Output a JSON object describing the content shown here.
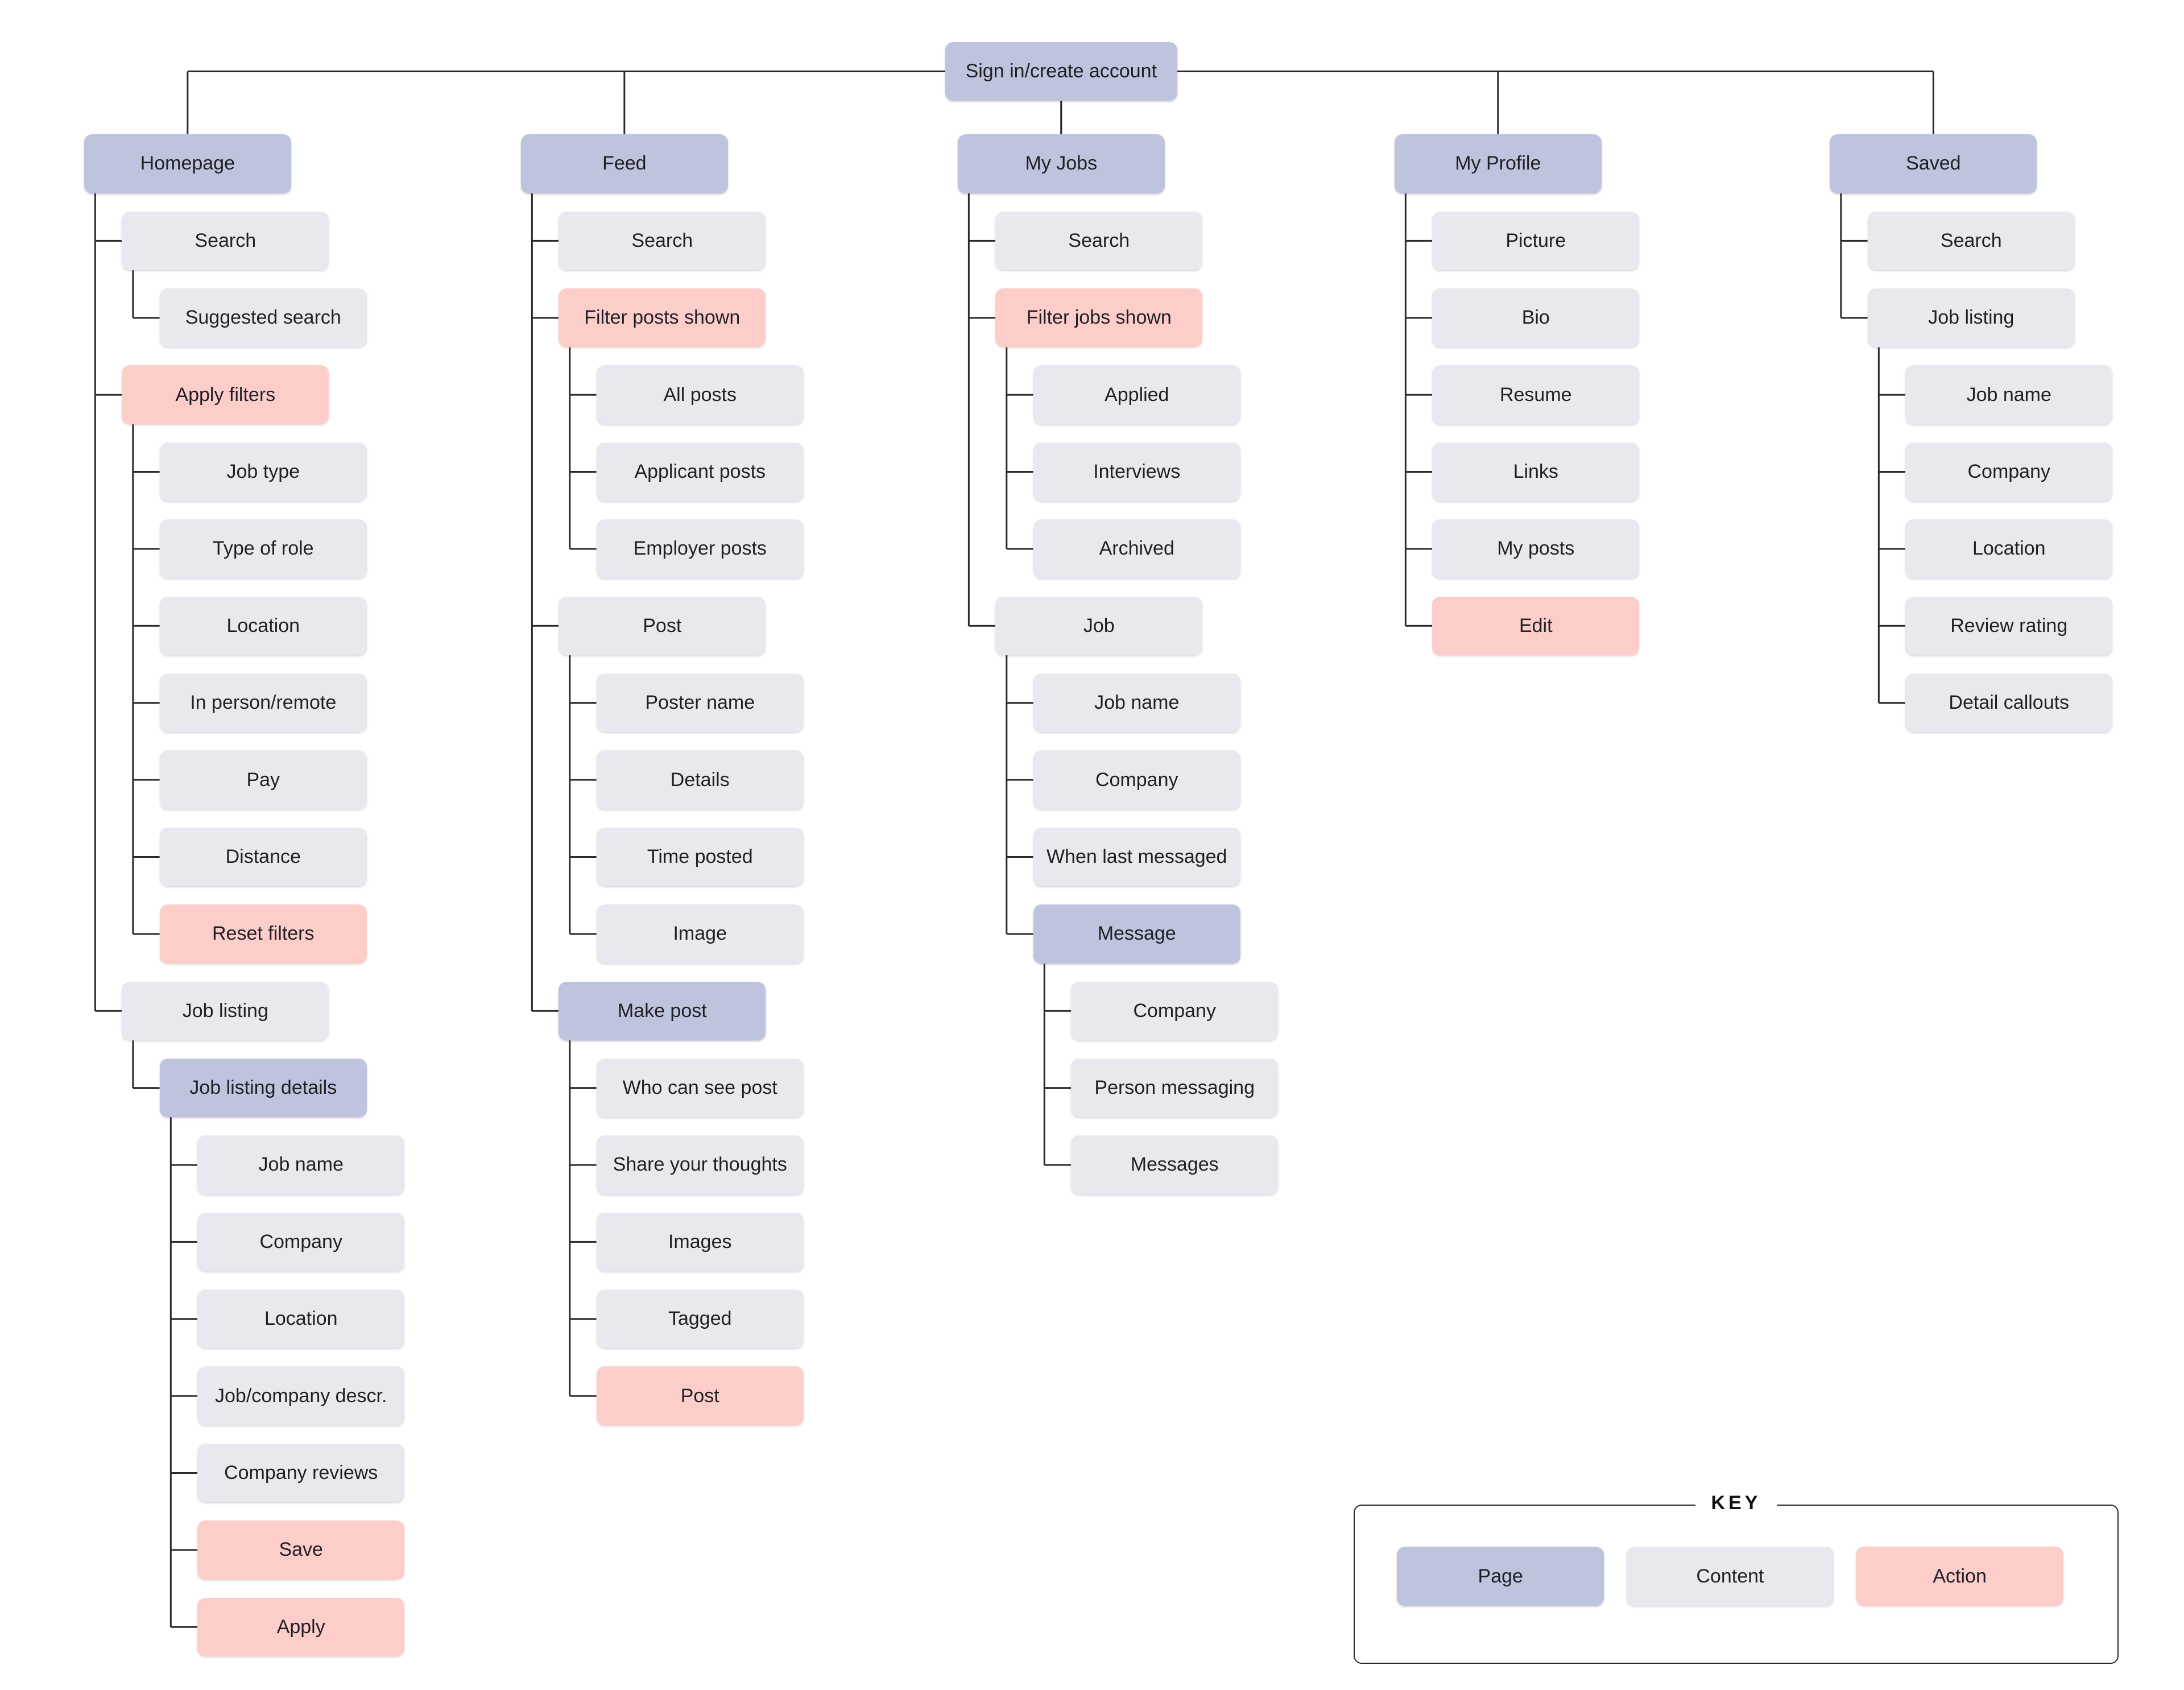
{
  "colors": {
    "page": "#bfc4de",
    "content": "#e8e9ee",
    "action": "#fdcdca",
    "line": "#2b2b2b"
  },
  "root": {
    "label": "Sign in/create account",
    "type": "page"
  },
  "sections": [
    {
      "label": "Homepage",
      "type": "page",
      "children": [
        {
          "label": "Search",
          "type": "content",
          "children": [
            {
              "label": "Suggested search",
              "type": "content"
            }
          ]
        },
        {
          "label": "Apply filters",
          "type": "action",
          "children": [
            {
              "label": "Job type",
              "type": "content"
            },
            {
              "label": "Type of role",
              "type": "content"
            },
            {
              "label": "Location",
              "type": "content"
            },
            {
              "label": "In person/remote",
              "type": "content"
            },
            {
              "label": "Pay",
              "type": "content"
            },
            {
              "label": "Distance",
              "type": "content"
            },
            {
              "label": "Reset filters",
              "type": "action"
            }
          ]
        },
        {
          "label": "Job listing",
          "type": "content",
          "children": [
            {
              "label": "Job listing details",
              "type": "page",
              "children": [
                {
                  "label": "Job name",
                  "type": "content"
                },
                {
                  "label": "Company",
                  "type": "content"
                },
                {
                  "label": "Location",
                  "type": "content"
                },
                {
                  "label": "Job/company descr.",
                  "type": "content"
                },
                {
                  "label": "Company reviews",
                  "type": "content"
                },
                {
                  "label": "Save",
                  "type": "action"
                },
                {
                  "label": "Apply",
                  "type": "action"
                }
              ]
            }
          ]
        }
      ]
    },
    {
      "label": "Feed",
      "type": "page",
      "children": [
        {
          "label": "Search",
          "type": "content"
        },
        {
          "label": "Filter posts shown",
          "type": "action",
          "children": [
            {
              "label": "All posts",
              "type": "content"
            },
            {
              "label": "Applicant posts",
              "type": "content"
            },
            {
              "label": "Employer posts",
              "type": "content"
            }
          ]
        },
        {
          "label": "Post",
          "type": "content",
          "children": [
            {
              "label": "Poster name",
              "type": "content"
            },
            {
              "label": "Details",
              "type": "content"
            },
            {
              "label": "Time posted",
              "type": "content"
            },
            {
              "label": "Image",
              "type": "content"
            }
          ]
        },
        {
          "label": "Make post",
          "type": "page",
          "children": [
            {
              "label": "Who can see post",
              "type": "content"
            },
            {
              "label": "Share your thoughts",
              "type": "content"
            },
            {
              "label": "Images",
              "type": "content"
            },
            {
              "label": "Tagged",
              "type": "content"
            },
            {
              "label": "Post",
              "type": "action"
            }
          ]
        }
      ]
    },
    {
      "label": "My Jobs",
      "type": "page",
      "children": [
        {
          "label": "Search",
          "type": "content"
        },
        {
          "label": "Filter jobs shown",
          "type": "action",
          "children": [
            {
              "label": "Applied",
              "type": "content"
            },
            {
              "label": "Interviews",
              "type": "content"
            },
            {
              "label": "Archived",
              "type": "content"
            }
          ]
        },
        {
          "label": "Job",
          "type": "content",
          "children": [
            {
              "label": "Job name",
              "type": "content"
            },
            {
              "label": "Company",
              "type": "content"
            },
            {
              "label": "When last messaged",
              "type": "content"
            },
            {
              "label": "Message",
              "type": "page",
              "children": [
                {
                  "label": "Company",
                  "type": "content"
                },
                {
                  "label": "Person messaging",
                  "type": "content"
                },
                {
                  "label": "Messages",
                  "type": "content"
                }
              ]
            }
          ]
        }
      ]
    },
    {
      "label": "My Profile",
      "type": "page",
      "children": [
        {
          "label": "Picture",
          "type": "content"
        },
        {
          "label": "Bio",
          "type": "content"
        },
        {
          "label": "Resume",
          "type": "content"
        },
        {
          "label": "Links",
          "type": "content"
        },
        {
          "label": "My posts",
          "type": "content"
        },
        {
          "label": "Edit",
          "type": "action"
        }
      ]
    },
    {
      "label": "Saved",
      "type": "page",
      "children": [
        {
          "label": "Search",
          "type": "content"
        },
        {
          "label": "Job listing",
          "type": "content",
          "children": [
            {
              "label": "Job name",
              "type": "content"
            },
            {
              "label": "Company",
              "type": "content"
            },
            {
              "label": "Location",
              "type": "content"
            },
            {
              "label": "Review rating",
              "type": "content"
            },
            {
              "label": "Detail callouts",
              "type": "content"
            }
          ]
        }
      ]
    }
  ],
  "key": {
    "title": "KEY",
    "items": [
      {
        "label": "Page",
        "type": "page"
      },
      {
        "label": "Content",
        "type": "content"
      },
      {
        "label": "Action",
        "type": "action"
      }
    ]
  }
}
